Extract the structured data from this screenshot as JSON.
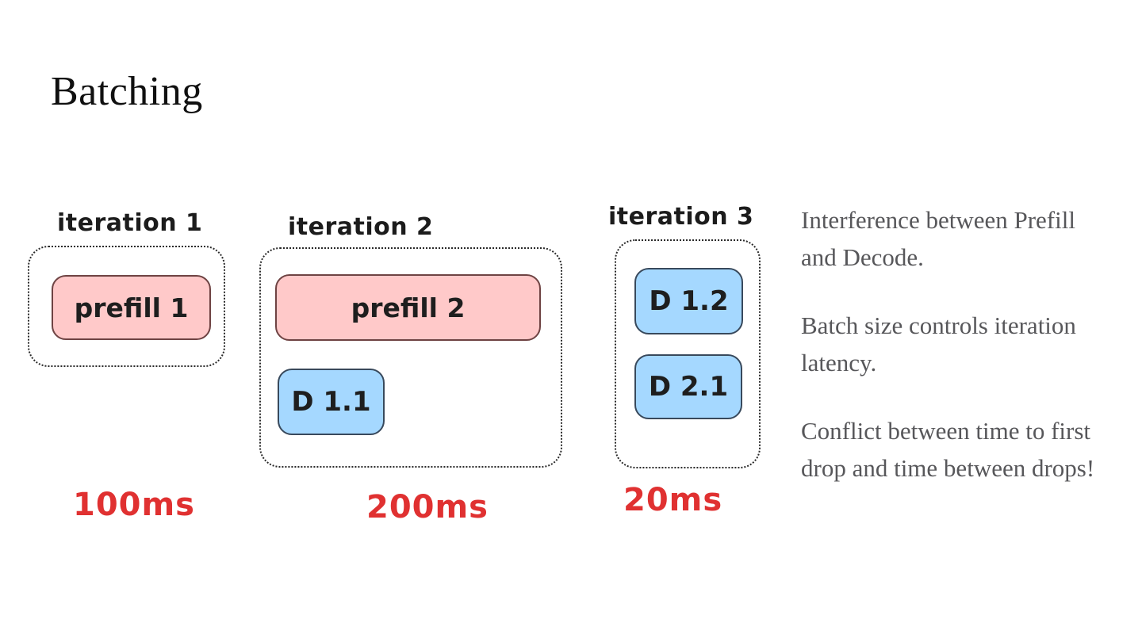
{
  "slide": {
    "title": "Batching"
  },
  "colors": {
    "prefill_fill": "#ffc9c9",
    "prefill_stroke": "#6e4343",
    "decode_fill": "#a5d8ff",
    "decode_stroke": "#38495c",
    "container_outline": "#2a2a2a",
    "time_red": "#e03131",
    "note_gray": "#57575a",
    "ink_black": "#1c1c1c"
  },
  "iterations": [
    {
      "label": "iteration 1",
      "time": "100ms",
      "boxes": [
        {
          "type": "prefill",
          "label": "prefill 1"
        }
      ]
    },
    {
      "label": "iteration 2",
      "time": "200ms",
      "boxes": [
        {
          "type": "prefill",
          "label": "prefill 2"
        },
        {
          "type": "decode",
          "label": "D 1.1"
        }
      ]
    },
    {
      "label": "iteration 3",
      "time": "20ms",
      "boxes": [
        {
          "type": "decode",
          "label": "D 1.2"
        },
        {
          "type": "decode",
          "label": "D 2.1"
        }
      ]
    }
  ],
  "notes": [
    {
      "text": "Interference between Prefill and Decode."
    },
    {
      "text": "Batch size controls iteration latency."
    },
    {
      "text": "Conflict between time to first drop and time between drops!"
    }
  ]
}
